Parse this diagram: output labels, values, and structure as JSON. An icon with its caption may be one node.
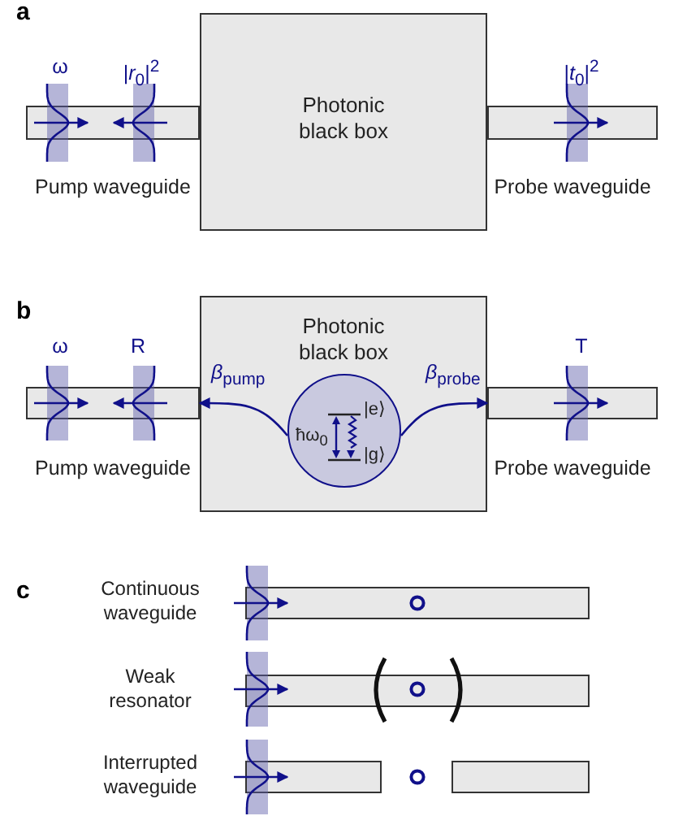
{
  "diagram": {
    "nodes": [
      {
        "text": [
          "Photonic black box"
        ]
      },
      {
        "text": [
          "Pump waveguide"
        ]
      },
      {
        "text": [
          "Probe waveguide"
        ]
      },
      {
        "text": [
          "Photonic black box"
        ]
      },
      {
        "text": [
          "Pump waveguide"
        ]
      },
      {
        "text": [
          "Probe waveguide"
        ]
      },
      {
        "text": [
          "|e⟩",
          "|g⟩",
          "ħω$_{0}$"
        ],
        "in": 3
      },
      {
        "text": [
          "Continuous waveguide"
        ]
      },
      {
        "text": [
          "Weak resonator"
        ]
      },
      {
        "text": [
          "Interrupted waveguide"
        ]
      },
      {
        "text": [],
        "shape": "bar"
      }
    ],
    "edges": [
      {
        "from": 6,
        "to": 4,
        "arrow": "to",
        "label": "*β*$_{pump}$"
      },
      {
        "from": 6,
        "to": 5,
        "arrow": "to",
        "label": "*β*$_{probe}$"
      }
    ],
    "labels": [
      "a",
      "ω",
      "|*r*$_{0}$|$^{2}$",
      "|*t*$_{0}$|$^{2}$",
      "b",
      "ω",
      "R",
      "T",
      "c"
    ]
  }
}
